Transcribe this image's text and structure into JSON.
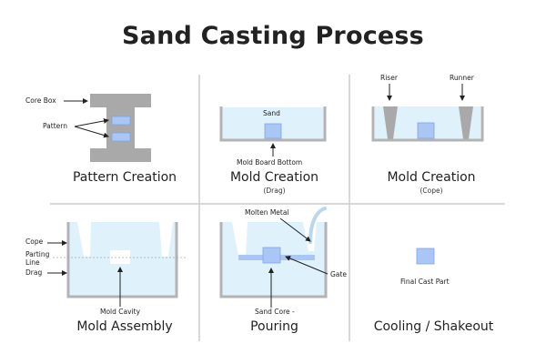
{
  "title": "Sand Casting Process",
  "panels": {
    "pattern_creation": {
      "caption": "Pattern Creation",
      "labels": {
        "core_box": "Core Box",
        "pattern": "Pattern"
      }
    },
    "mold_creation_drag": {
      "caption": "Mold Creation",
      "subcaption": "(Drag)",
      "labels": {
        "sand": "Sand",
        "mold_board_bottom": "Mold Board Bottom"
      }
    },
    "mold_creation_cope": {
      "caption": "Mold Creation",
      "subcaption": "(Cope)",
      "labels": {
        "riser": "Riser",
        "runner": "Runner"
      }
    },
    "mold_assembly": {
      "caption": "Mold Assembly",
      "labels": {
        "cope": "Cope",
        "parting_line": "Parting\nLine",
        "drag": "Drag",
        "mold_cavity": "Mold Cavity"
      }
    },
    "pouring": {
      "caption": "Pouring",
      "labels": {
        "molten_metal": "Molten Metal",
        "gate": "Gate",
        "sand_core": "Sand Core -"
      }
    },
    "cooling_shakeout": {
      "caption": "Cooling / Shakeout",
      "labels": {
        "final_cast_part": "Final Cast Part"
      }
    }
  },
  "colors": {
    "sand": "#dff1fb",
    "mold_wall": "#b3b3b3",
    "core_box": "#a9a9a9",
    "part": "#a9c6f5",
    "part_border": "#7fa4e6",
    "divider": "#cccccc",
    "arrow": "#222222",
    "molten_metal": "#b9d7ee"
  }
}
